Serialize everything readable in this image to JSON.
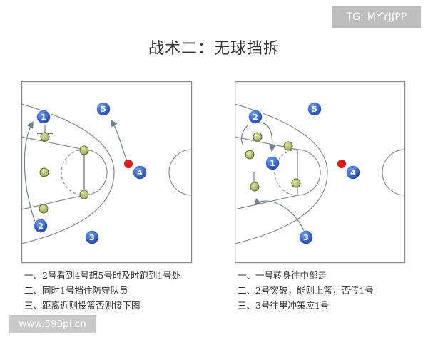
{
  "watermark": {
    "tg": "TG: MYYJJPP",
    "site": "www.593pi.cn"
  },
  "title": "战术二：无球挡拆",
  "colors": {
    "offense": "#2f5fd0",
    "defense": "#b9c77a",
    "ball": "#e01a1a",
    "court_line": "#8a8a8a",
    "arrow": "#6f8090"
  },
  "left_diagram": {
    "players": {
      "p1": "1",
      "p2": "2",
      "p3": "3",
      "p4": "4",
      "p5": "5"
    },
    "notes": [
      "一、2号看到4号想5号时及时跑到1号处",
      "二、同时1号挡住防守队员",
      "三、距离近则投篮否则接下图"
    ]
  },
  "right_diagram": {
    "players": {
      "p1": "1",
      "p2": "2",
      "p3": "3",
      "p4": "4",
      "p5": "5"
    },
    "notes": [
      "一、一号转身往中部走",
      "二、2号突破，能则上篮，否传1号",
      "三、3号往里冲策应1号"
    ]
  }
}
